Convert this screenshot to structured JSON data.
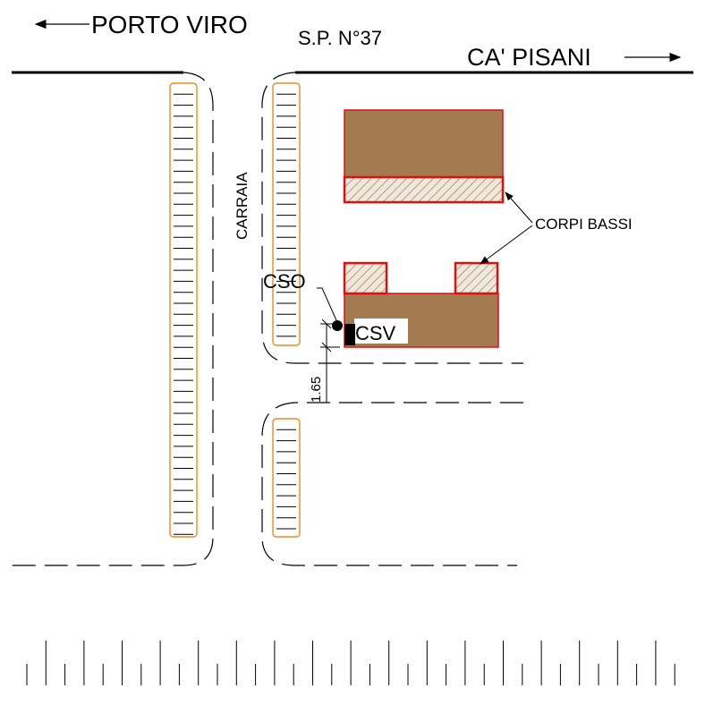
{
  "labels": {
    "left_destination": "PORTO VIRO",
    "road_name": "S.P. N°37",
    "right_destination": "CA' PISANI",
    "driveway": "CARRAIA",
    "low_buildings": "CORPI BASSI",
    "cso": "CSO",
    "csv": "CSV",
    "dimension": "1.65"
  },
  "colors": {
    "building_fill": "#a47a50",
    "building_outline": "#e01010",
    "parking_outline": "#f08a1a",
    "hatch_fill": "#efe8dc"
  },
  "icons": {
    "left_arrow": "arrow-left-icon",
    "right_arrow": "arrow-right-icon",
    "cso_marker": "meter-dot-icon",
    "csv_marker": "meter-box-icon"
  }
}
